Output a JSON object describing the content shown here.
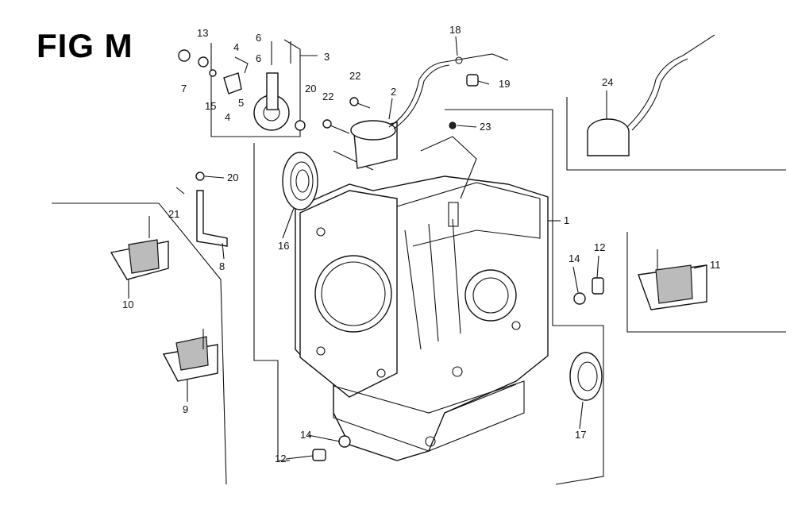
{
  "figure": {
    "title": "FIG M"
  },
  "callouts": {
    "c1": "1",
    "c2": "2",
    "c3": "3",
    "c4a": "4",
    "c4b": "4",
    "c5": "5",
    "c6a": "6",
    "c6b": "6",
    "c7": "7",
    "c8": "8",
    "c9": "9",
    "c10": "10",
    "c11": "11",
    "c12a": "12",
    "c12b": "12",
    "c13": "13",
    "c14a": "14",
    "c14b": "14",
    "c15": "15",
    "c16": "16",
    "c17": "17",
    "c18": "18",
    "c19": "19",
    "c20a": "20",
    "c20b": "20",
    "c21": "21",
    "c22a": "22",
    "c22b": "22",
    "c23": "23",
    "c24": "24"
  }
}
